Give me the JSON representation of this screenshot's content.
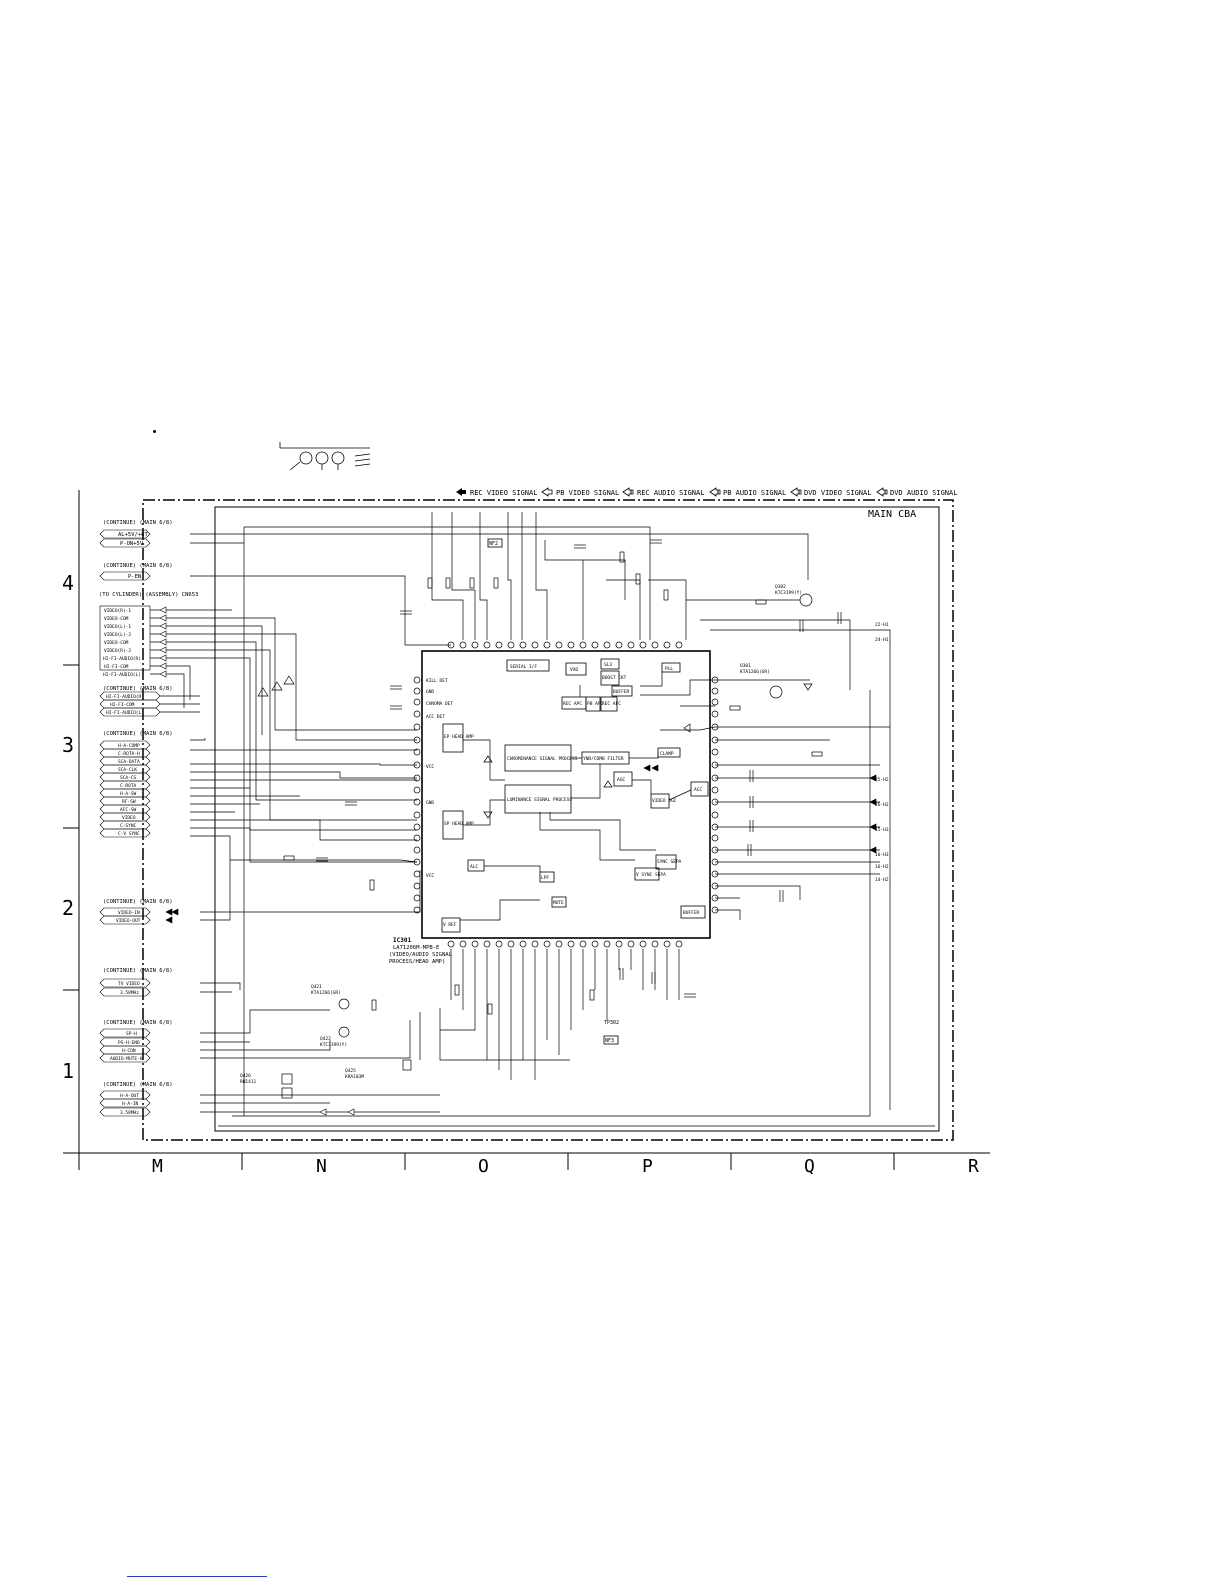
{
  "legend": [
    {
      "label": "REC VIDEO SIGNAL",
      "style": "solid"
    },
    {
      "label": "PB VIDEO SIGNAL",
      "style": "outline"
    },
    {
      "label": "REC AUDIO SIGNAL",
      "style": "outline-bar"
    },
    {
      "label": "PB AUDIO SIGNAL",
      "style": "outline-bar"
    },
    {
      "label": "DVD VIDEO SIGNAL",
      "style": "outline-bar"
    },
    {
      "label": "DVD AUDIO SIGNAL",
      "style": "outline-bar"
    }
  ],
  "board_title": "MAIN CBA",
  "row_labels": [
    "4",
    "3",
    "2",
    "1"
  ],
  "column_labels": [
    "M",
    "N",
    "O",
    "P",
    "Q",
    "R"
  ],
  "ic": {
    "ref": "IC301",
    "part": "LA71206M-MPB-E",
    "func1": "(VIDEO/AUDIO SIGNAL",
    "func2": "PROCESS/HEAD AMP)"
  },
  "ic_blocks": [
    "SERIAL I/F",
    "VXO",
    "SL3",
    "BOOST CKT",
    "BUFFER",
    "PLL",
    "REC APC",
    "PB APC",
    "REC AFC",
    "CHROMINANCE SIGNAL PROCESS",
    "LUMINANCE SIGNAL PROCESS",
    "YNR/COMB FILTER",
    "AGC",
    "CLAMP",
    "VIDEO AGC",
    "ACC",
    "SYNC SEPA",
    "V SYNC SEPA",
    "EP HEAD AMP",
    "SP HEAD AMP",
    "ALC",
    "V REF",
    "LPF",
    "MUTE",
    "BUFFER"
  ],
  "ic_pins_left": [
    "KILL DET",
    "GND",
    "CHROMA DET",
    "ACC DET",
    "VCC",
    "GND",
    "VCC"
  ],
  "left_connectors": {
    "group1": {
      "header": "(CONTINUE) (MAIN 6/8)",
      "pins": [
        "AL+5V/+6T",
        "P-ON+5V"
      ]
    },
    "group2": {
      "header": "(CONTINUE) (MAIN 6/8)",
      "pins": [
        "P-EN"
      ]
    },
    "cn653": {
      "header": "(TO CYLINDER) (ASSEMBLY) CN653",
      "pins": [
        "VIDEO(R)-1",
        "VIDEO-COM",
        "VIDEO(L)-1",
        "VIDEO(L)-2",
        "VIDEO-COM",
        "VIDEO(R)-2",
        "HI-FI-AUDIO(R)",
        "HI-FI-COM",
        "HI-FI-AUDIO(L)"
      ]
    },
    "group3": {
      "header": "(CONTINUE) (MAIN 6/8)",
      "pins": [
        "HI-FI-AUDIO(R)",
        "HI-FI-COM",
        "HI-FI-AUDIO(L)"
      ]
    },
    "group4": {
      "header": "(CONTINUE) (MAIN 6/8)",
      "pins": [
        "H-A-COMP",
        "C-ROTA-H",
        "SCA-DATA",
        "SCA-CLK",
        "SCA-CS",
        "C-ROTA",
        "H-A-SW",
        "RF-SW",
        "AFC-SW",
        "VIDEO",
        "C-SYNC",
        "C-V SYNC"
      ]
    },
    "group5": {
      "header": "(CONTINUE) (MAIN 6/8)",
      "pins": [
        "VIDEO-IN",
        "VIDEO-OUT"
      ]
    },
    "group6": {
      "header": "(CONTINUE) (MAIN 6/8)",
      "pins": [
        "TV VIDEO",
        "3.58MHz"
      ]
    },
    "group7": {
      "header": "(CONTINUE) (MAIN 6/8)",
      "pins": [
        "SP-H",
        "PS-H-END",
        "H-CON",
        "AUDIO-MUTE-H"
      ]
    },
    "group8": {
      "header": "(CONTINUE) (MAIN 6/8)",
      "pins": [
        "H-A-OUT",
        "H-A-IN",
        "3.58MHz"
      ]
    }
  },
  "right_refs": [
    "22-H1",
    "24-H1",
    "25-H2",
    "26-H2",
    "15-H3",
    "10-H3",
    "16-H2",
    "14-H2",
    "13-H2"
  ],
  "test_points": [
    "TP302",
    "NF2",
    "NF3"
  ],
  "transistors": [
    {
      "ref": "Q302",
      "part": "KTC3199(Y)"
    },
    {
      "ref": "Q301",
      "part": "KTA1266(GR)"
    },
    {
      "ref": "Q421",
      "part": "KTA1266(GR)"
    },
    {
      "ref": "Q422",
      "part": "KTC3199(Y)"
    },
    {
      "ref": "Q425",
      "part": "KRA103M"
    },
    {
      "ref": "Q426",
      "part": "RN1411"
    }
  ]
}
